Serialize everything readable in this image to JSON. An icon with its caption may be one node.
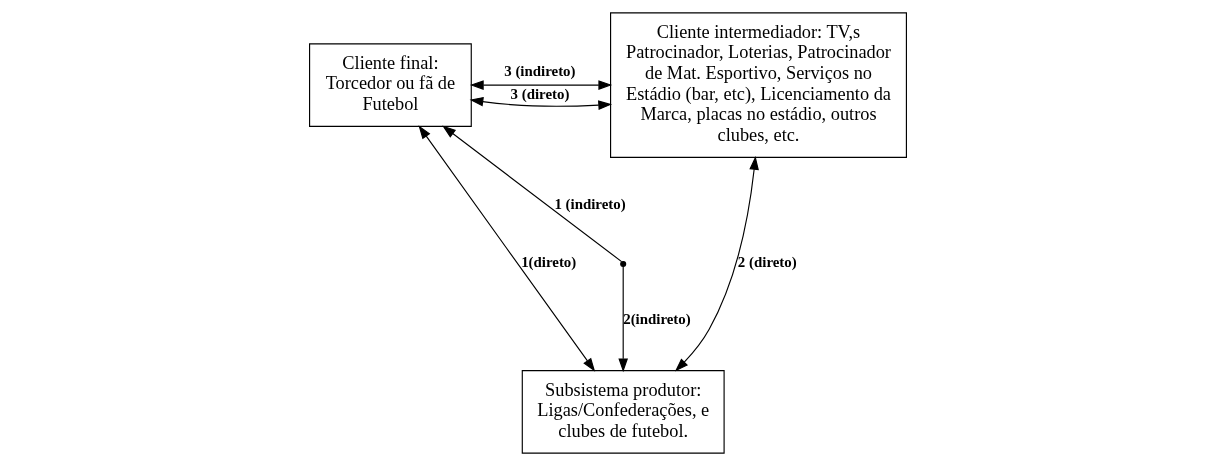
{
  "diagram": {
    "nodes": [
      {
        "text": [
          "Cliente final: Torcedor ou fã de Futebol"
        ]
      },
      {
        "text": [
          "Cliente intermediador: TV,s Patrocinador, Loterias, Patrocinador de Mat. Esportivo, Serviços no Estádio (bar, etc), Licenciamento da Marca, placas no estádio, outros clubes, etc."
        ]
      },
      {
        "text": [
          "Subsistema produtor: Ligas/Confederações, e clubes de futebol."
        ]
      },
      {
        "text": [],
        "shape": "point"
      }
    ],
    "edges": [
      {
        "from": 0,
        "to": 1,
        "arrow": "both",
        "label": "3 (indireto)"
      },
      {
        "from": 0,
        "to": 1,
        "arrow": "both",
        "label": "3 (direto)"
      },
      {
        "from": 3,
        "to": 0,
        "arrow": "to",
        "label": "1 (indireto)"
      },
      {
        "from": 3,
        "to": 2,
        "arrow": "to",
        "label": "2(indireto)"
      },
      {
        "from": 0,
        "to": 2,
        "arrow": "both",
        "label": "1(direto)"
      },
      {
        "from": 2,
        "to": 1,
        "arrow": "both",
        "label": "2 (direto)"
      }
    ]
  }
}
